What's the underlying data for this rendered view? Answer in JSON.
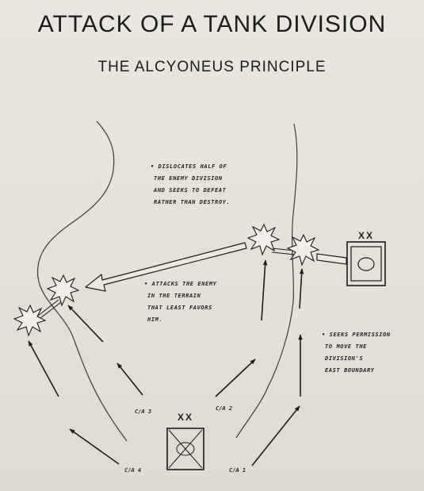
{
  "title": "ATTACK OF A TANK DIVISION",
  "subtitle": "THE ALCYONEUS PRINCIPLE",
  "annotations": {
    "dislocates": [
      "• DISLOCATES HALF OF",
      "THE ENEMY DIVISION",
      "AND SEEKS TO DEFEAT",
      "RATHER THAN DESTROY."
    ],
    "attacks": [
      "• ATTACKS THE ENEMY",
      "IN THE TERRAIN",
      "THAT LEAST FAVORS",
      "HIM."
    ],
    "seeks": [
      "• SEEKS PERMISSION",
      "TO MOVE THE",
      "DIVISION'S",
      "EAST BOUNDARY"
    ]
  },
  "units": {
    "enemy_symbol_label": "XX",
    "friendly_symbol_label": "XX",
    "ca1": "C/A 1",
    "ca2": "C/A 2",
    "ca3": "C/A 3",
    "ca4": "C/A 4"
  },
  "icons": {
    "enemy_division": "division-symbol-circle-icon",
    "friendly_division": "division-symbol-tank-icon",
    "impact": "explosion-burst-icon",
    "attack_arrow": "arrow-icon"
  },
  "colors": {
    "paper": "#e7e4dc",
    "ink": "#1c1c1c"
  }
}
